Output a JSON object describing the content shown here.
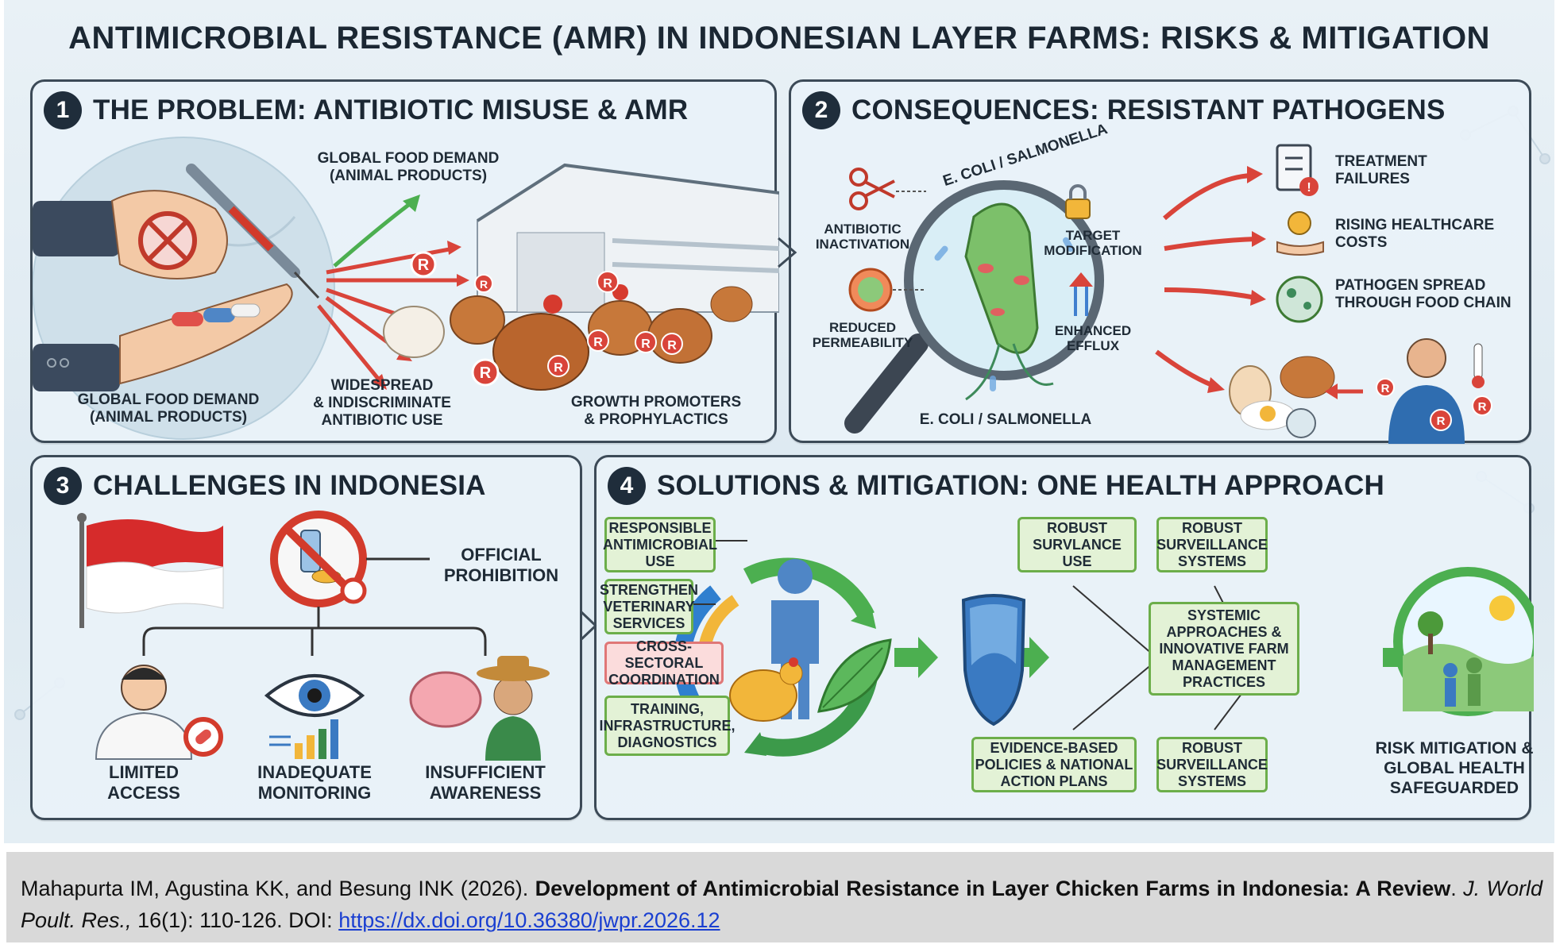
{
  "title": "ANTIMICROBIAL RESISTANCE (AMR) IN INDONESIAN LAYER FARMS: RISKS & MITIGATION",
  "panels": {
    "p1": {
      "num": "1",
      "title": "THE PROBLEM: ANTIBIOTIC MISUSE & AMR",
      "labels": {
        "demand_top": "GLOBAL FOOD DEMAND\n(ANIMAL PRODUCTS)",
        "demand_bottom": "GLOBAL FOOD DEMAND\n(ANIMAL PRODUCTS)",
        "use": "WIDESPREAD\n& INDISCRIMINATE\nANTIBIOTIC USE",
        "growth": "GROWTH PROMOTERS\n& PROPHYLACTICS"
      },
      "resistance_mark": "R"
    },
    "p2": {
      "num": "2",
      "title": "CONSEQUENCES: RESISTANT PATHOGENS",
      "labels": {
        "arc": "E. COLI / SALMONELLA",
        "bottom": "E. COLI / SALMONELLA",
        "inactivation": "ANTIBIOTIC\nINACTIVATION",
        "target": "TARGET\nMODIFICATION",
        "permeability": "REDUCED\nPERMEABILITY",
        "efflux": "ENHANCED\nEFFLUX",
        "treatment": "TREATMENT\nFAILURES",
        "costs": "RISING HEALTHCARE\nCOSTS",
        "spread": "PATHOGEN SPREAD\nTHROUGH FOOD CHAIN"
      }
    },
    "p3": {
      "num": "3",
      "title": "CHALLENGES IN INDONESIA",
      "labels": {
        "prohibition": "OFFICIAL\nPROHIBITION",
        "access": "LIMITED\nACCESS",
        "monitoring": "INADEQUATE\nMONITORING",
        "awareness": "INSUFFICIENT\nAWARENESS"
      }
    },
    "p4": {
      "num": "4",
      "title": "SOLUTIONS & MITIGATION: ONE HEALTH APPROACH",
      "boxes": {
        "responsible": "RESPONSIBLE\nANTIMICROBIAL\nUSE",
        "vet": "STRENGTHEN\nVETERINARY\nSERVICES",
        "cross": "CROSS-SECTORAL\nCOORDINATION",
        "training": "TRAINING,\nINFRASTRUCTURE,\nDIAGNOSTICS",
        "survlance": "ROBUST\nSURVLANCE\nUSE",
        "surv_top": "ROBUST\nSURVEILLANCE\nSYSTEMS",
        "systemic": "SYSTEMIC\nAPPROACHES &\nINNOVATIVE FARM\nMANAGEMENT\nPRACTICES",
        "evidence": "EVIDENCE-BASED\nPOLICIES & NATIONAL\nACTION PLANS",
        "surv_bottom": "ROBUST\nSURVEILLANCE\nSYSTEMS"
      },
      "outcome": "RISK MITIGATION &\nGLOBAL HEALTH\nSAFEGUARDED"
    }
  },
  "citation": {
    "authors": "Mahapurta IM, Agustina KK, and Besung INK (2026). ",
    "title": "Development of Antimicrobial Resistance in Layer Chicken Farms in Indonesia: A Review",
    "sep": ". ",
    "journal": "J. World Poult. Res.,",
    "volume": " 16(1): 110-126. DOI: ",
    "doi": "https://dx.doi.org/10.36380/jwpr.2026.12"
  },
  "colors": {
    "panel_border": "#3c4a57",
    "green_box": "#e3f2d6",
    "green_border": "#6cae4a",
    "red_box": "#fbdcdc",
    "arrow_red": "#d9443a",
    "arrow_green": "#4caf50"
  }
}
